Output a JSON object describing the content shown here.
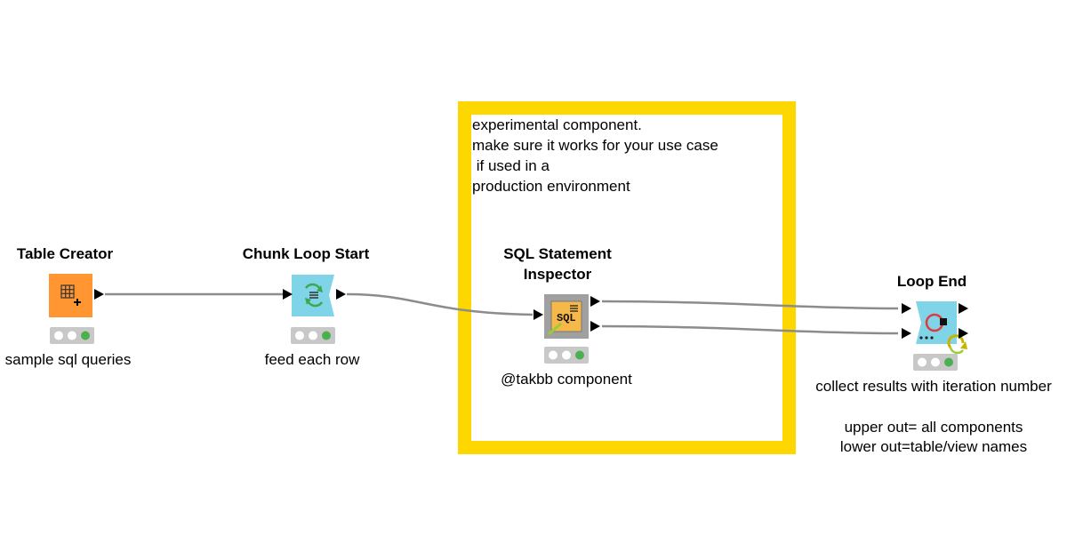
{
  "annotation": {
    "lines": [
      "experimental component.",
      "make sure it works for your use case",
      " if used in a",
      "production environment"
    ],
    "color": "#ffd700"
  },
  "nodes": {
    "table_creator": {
      "title": "Table Creator",
      "description": "sample sql queries",
      "color": "#ff9632",
      "icon": "table-plus-icon",
      "status": "executed"
    },
    "chunk_loop_start": {
      "title": "Chunk Loop Start",
      "description": "feed each row",
      "color": "#80d4e8",
      "icon": "loop-start-icon",
      "status": "executed"
    },
    "sql_inspector": {
      "title_line1": "SQL Statement",
      "title_line2": "Inspector",
      "description": "@takbb component",
      "color": "#a0a0a0",
      "icon": "sql-component-icon",
      "status": "executed"
    },
    "loop_end": {
      "title": "Loop End",
      "description": "collect results with iteration number",
      "color": "#80d4e8",
      "icon": "loop-end-icon",
      "status": "executed"
    }
  },
  "notes": {
    "loop_end_line1": "upper out= all components",
    "loop_end_line2": "lower out=table/view names"
  },
  "status_colors": {
    "inactive": "#ffffff",
    "executed": "#4caf50",
    "tray": "#c8c8c8"
  }
}
